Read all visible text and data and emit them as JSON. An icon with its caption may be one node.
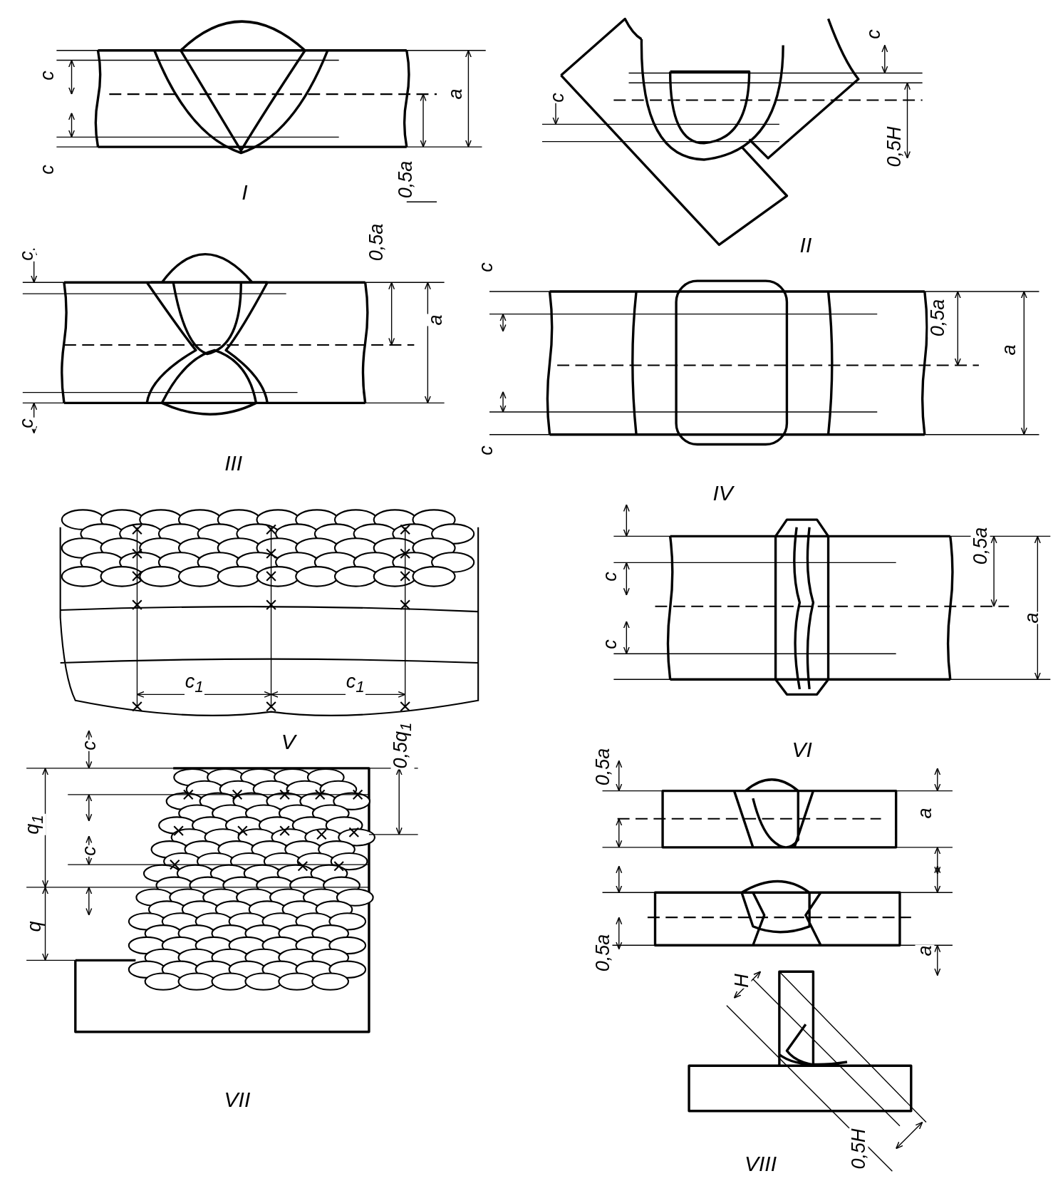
{
  "diagram": {
    "labels": [
      "c",
      "c",
      "a",
      "0,5a",
      "I",
      "c",
      "c",
      "0,5H",
      "II",
      "c",
      "0,5a",
      "a",
      "c",
      "III",
      "c",
      "0,5a",
      "a",
      "c",
      "IV",
      "c$_{1}$",
      "c$_{1}$",
      "V",
      "c",
      "0,5a",
      "c",
      "a",
      "VI",
      "c",
      "0,5q$_{1}$",
      "q$_{1}$",
      "c",
      "q",
      "VII",
      "0,5a",
      "a",
      "0,5a",
      "a",
      "H",
      "0,5H",
      "VIII"
    ]
  }
}
